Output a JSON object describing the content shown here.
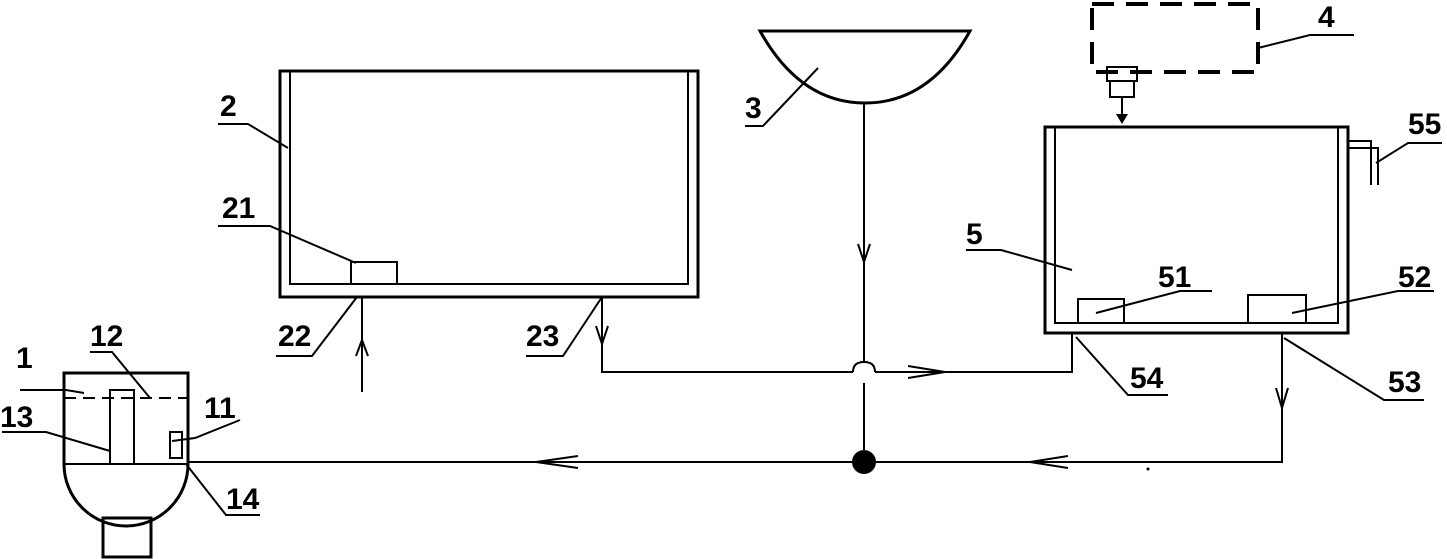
{
  "labels": {
    "l1": "1",
    "l11": "11",
    "l12": "12",
    "l13": "13",
    "l14": "14",
    "l2": "2",
    "l21": "21",
    "l22": "22",
    "l23": "23",
    "l3": "3",
    "l4": "4",
    "l5": "5",
    "l51": "51",
    "l52": "52",
    "l53": "53",
    "l54": "54",
    "l55": "55"
  }
}
